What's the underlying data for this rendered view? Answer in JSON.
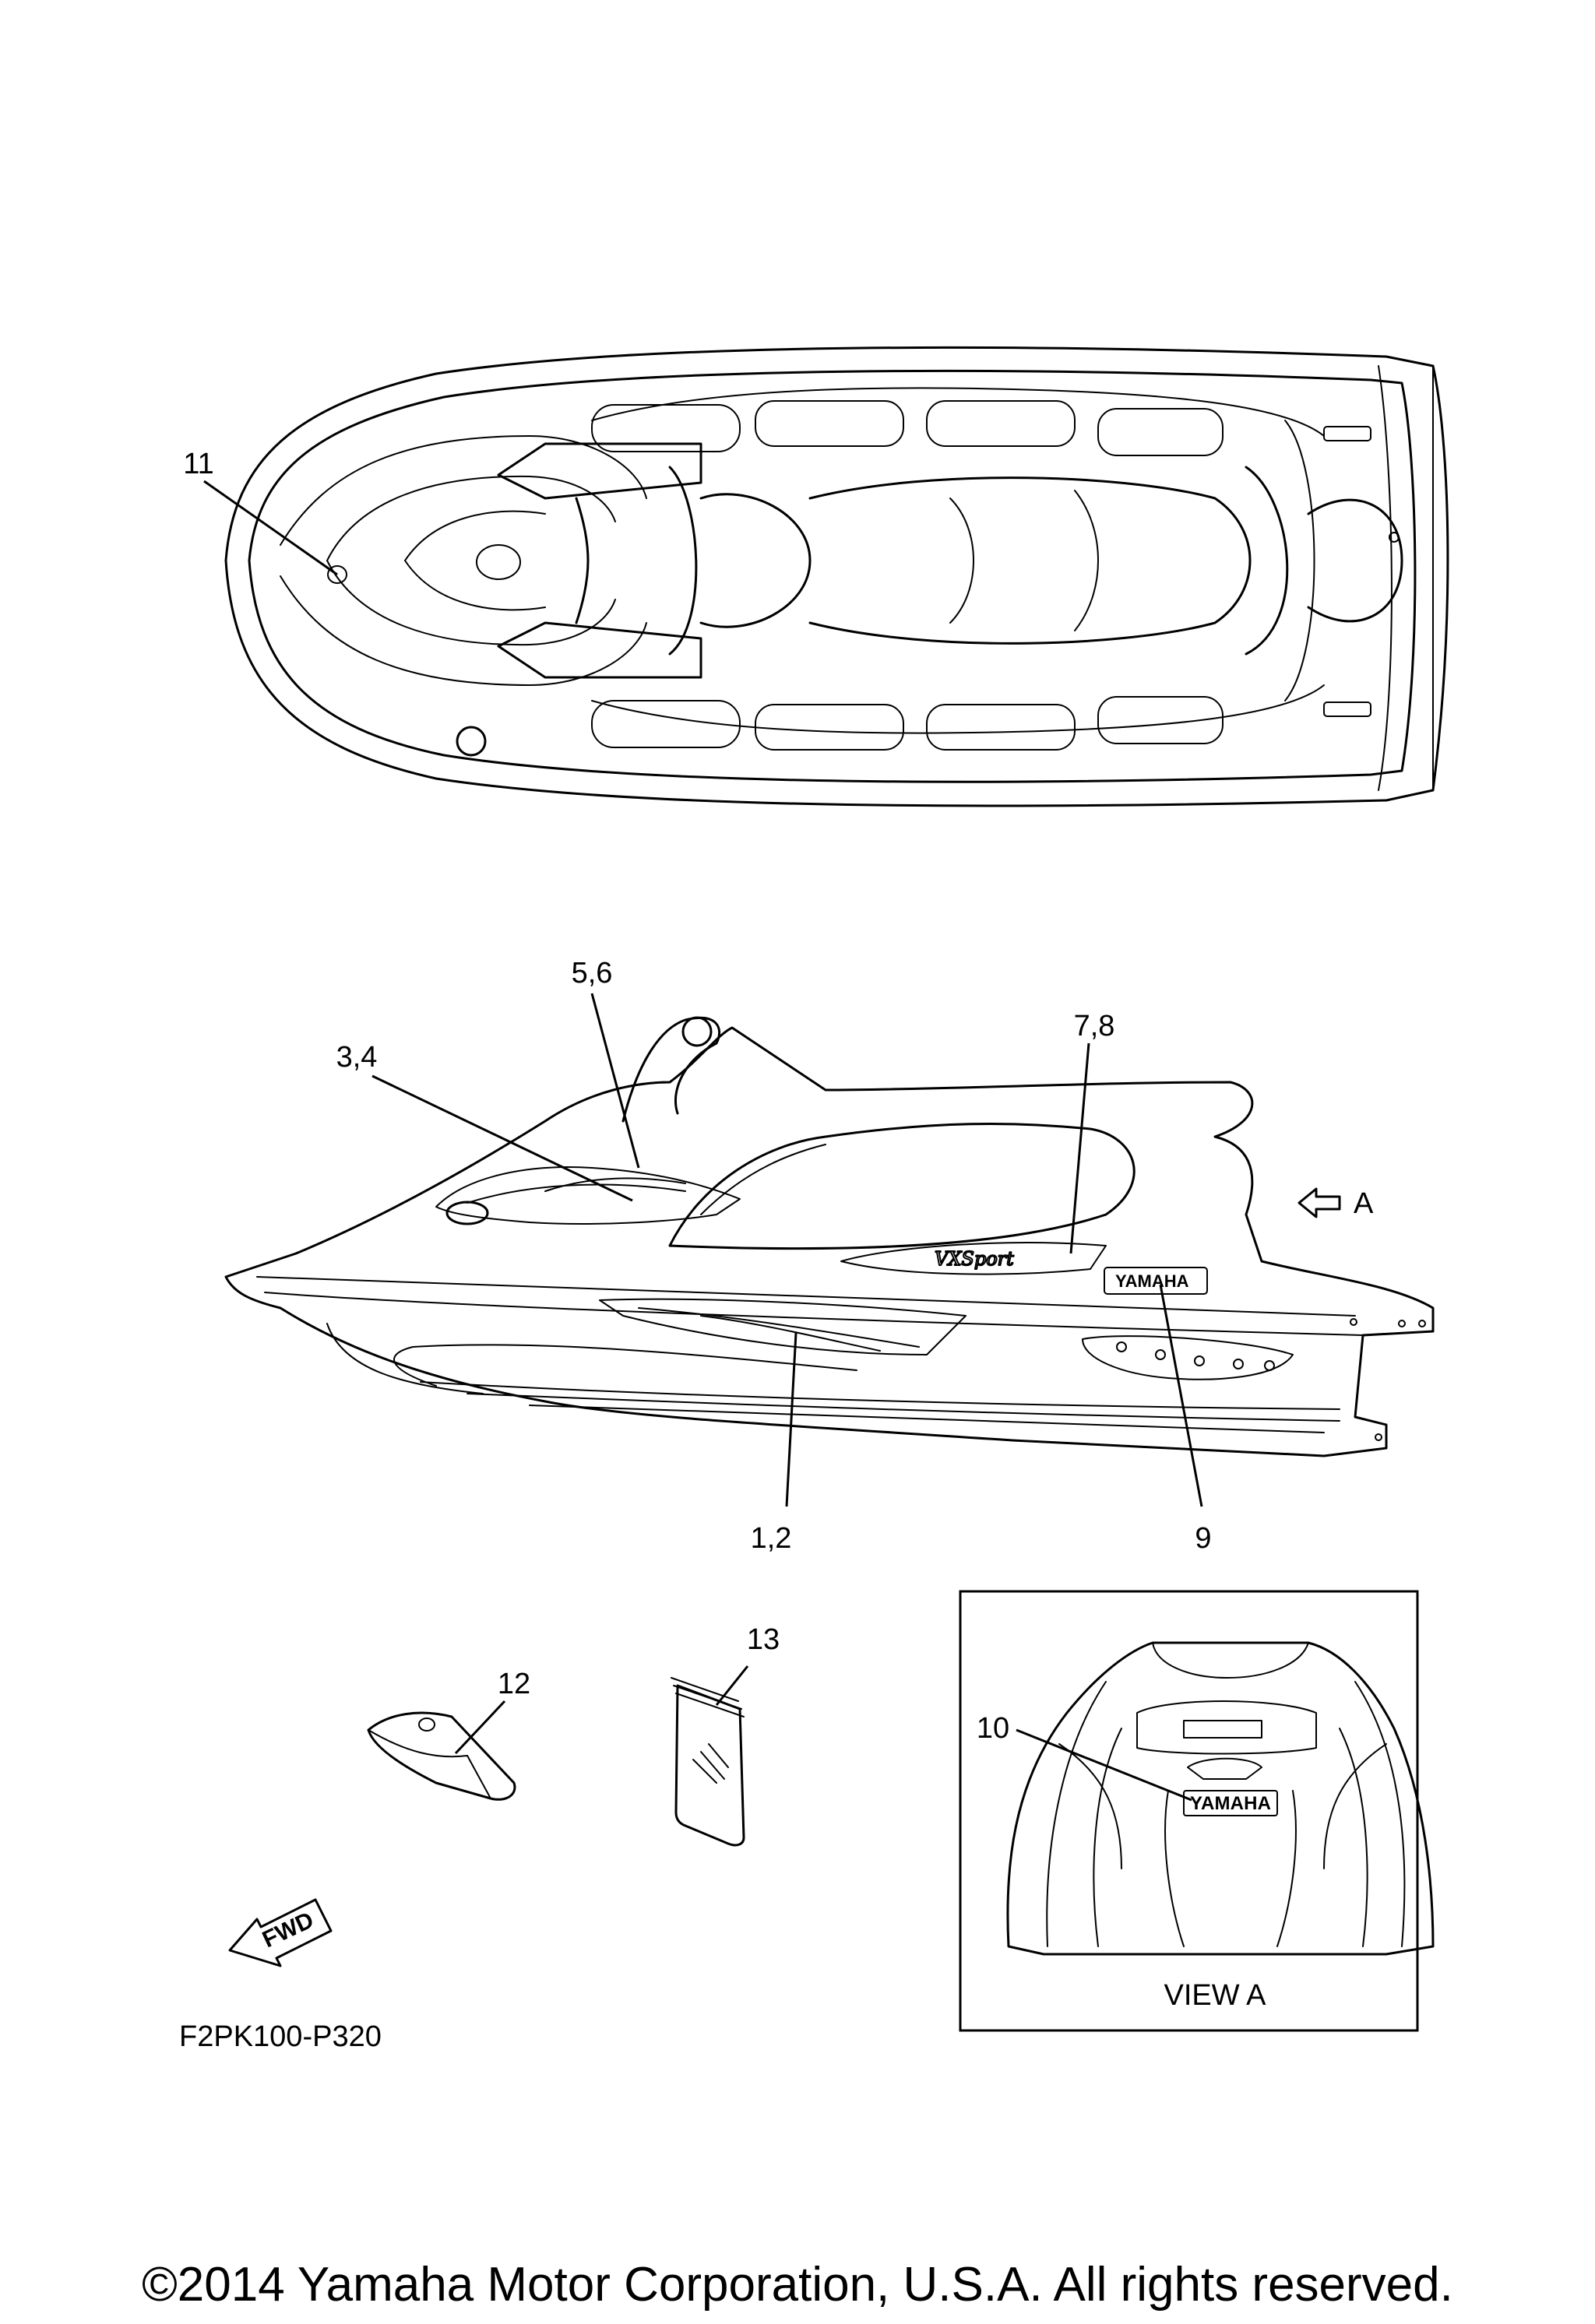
{
  "callouts": {
    "c11": "11",
    "c56": "5,6",
    "c78": "7,8",
    "c34": "3,4",
    "c12b": "1,2",
    "c9": "9",
    "c13": "13",
    "c12": "12",
    "c10": "10"
  },
  "view_label_a": "A",
  "view_a_title": "VIEW A",
  "fwd_label": "FWD",
  "decal_text": "YAMAHA",
  "model_text": "VXSport",
  "drawing_code": "F2PK100-P320",
  "copyright": "©2014 Yamaha Motor Corporation, U.S.A. All rights reserved."
}
